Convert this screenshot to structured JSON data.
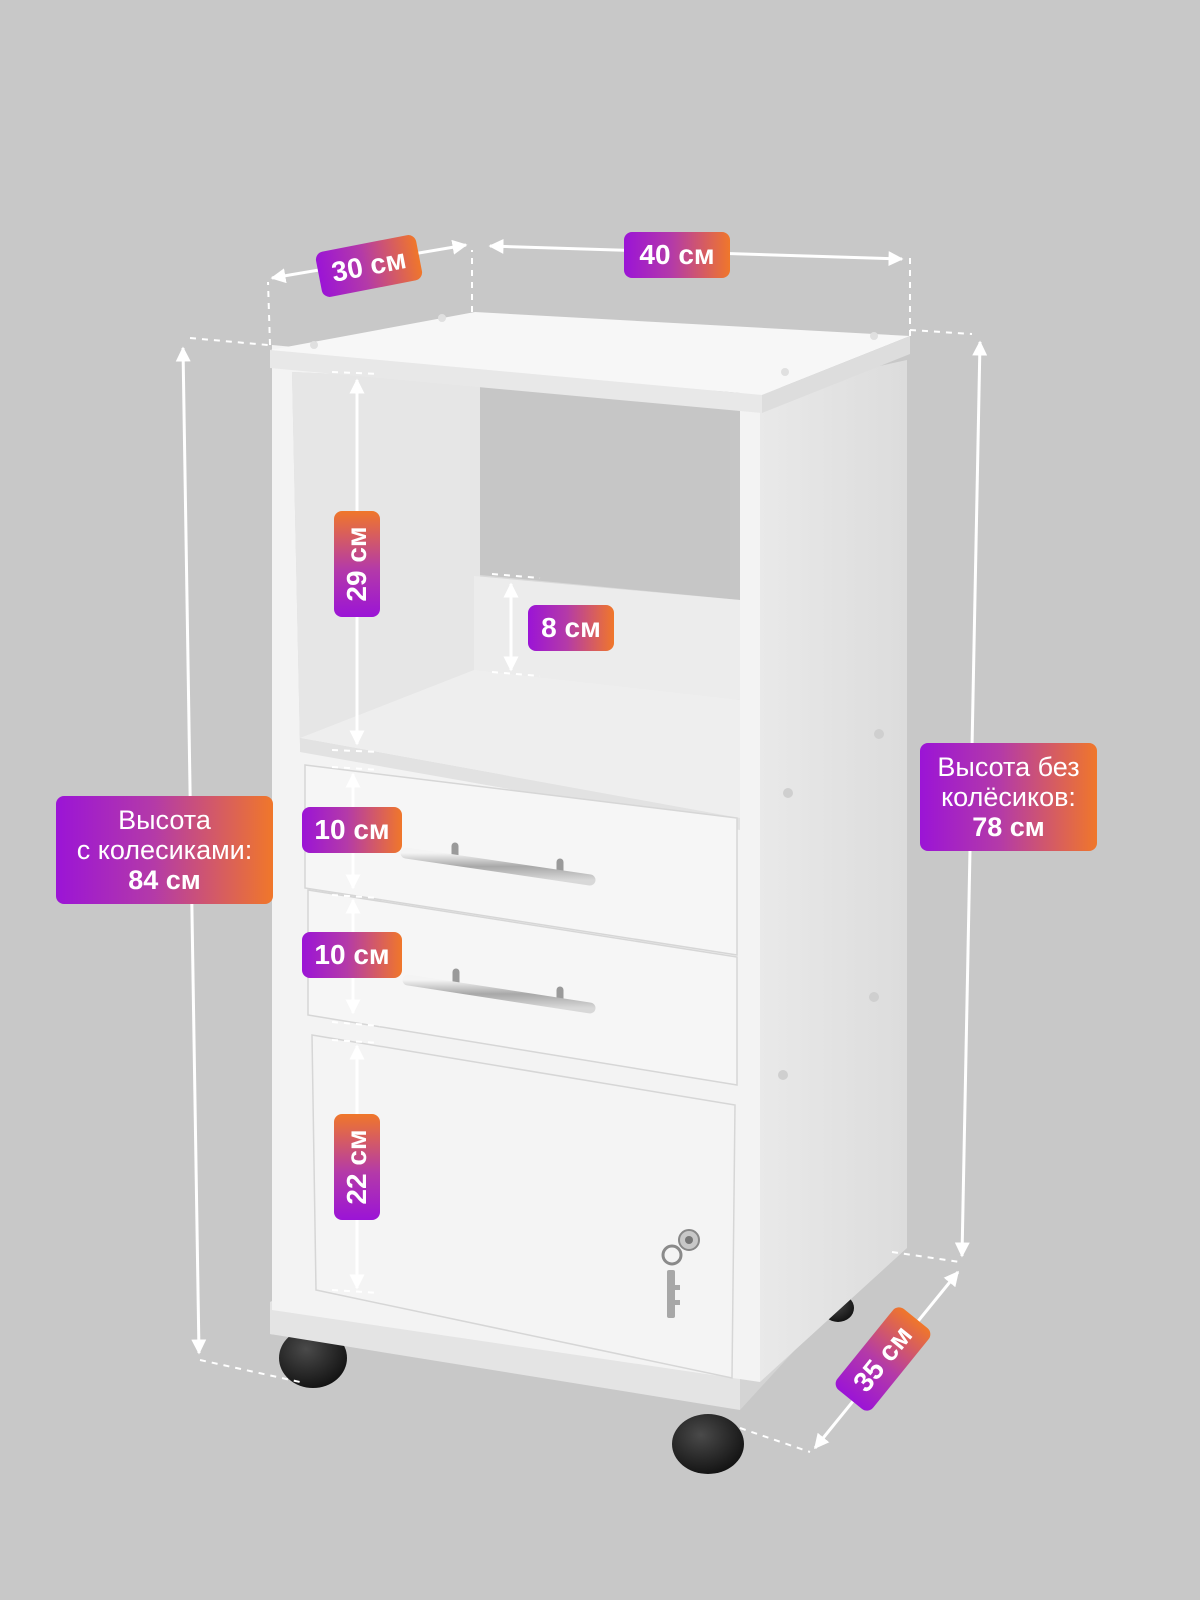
{
  "dimensions": {
    "depth_top": "30 см",
    "width_top": "40 см",
    "depth_bottom": "35 см",
    "open_shelf": "29 см",
    "back_rail": "8 см",
    "drawer_1": "10 см",
    "drawer_2": "10 см",
    "cabinet": "22 см"
  },
  "height_with_wheels": {
    "line1": "Высота",
    "line2": "с колесиками:",
    "value": "84 см"
  },
  "height_without_wheels": {
    "line1": "Высота без",
    "line2": "колёсиков:",
    "value": "78 см"
  },
  "colors": {
    "background": "#c8c8c8",
    "label_gradient_start": "#9b14d6",
    "label_gradient_end": "#f0772a",
    "furniture": "#f2f2f2",
    "arrow": "#ffffff"
  }
}
